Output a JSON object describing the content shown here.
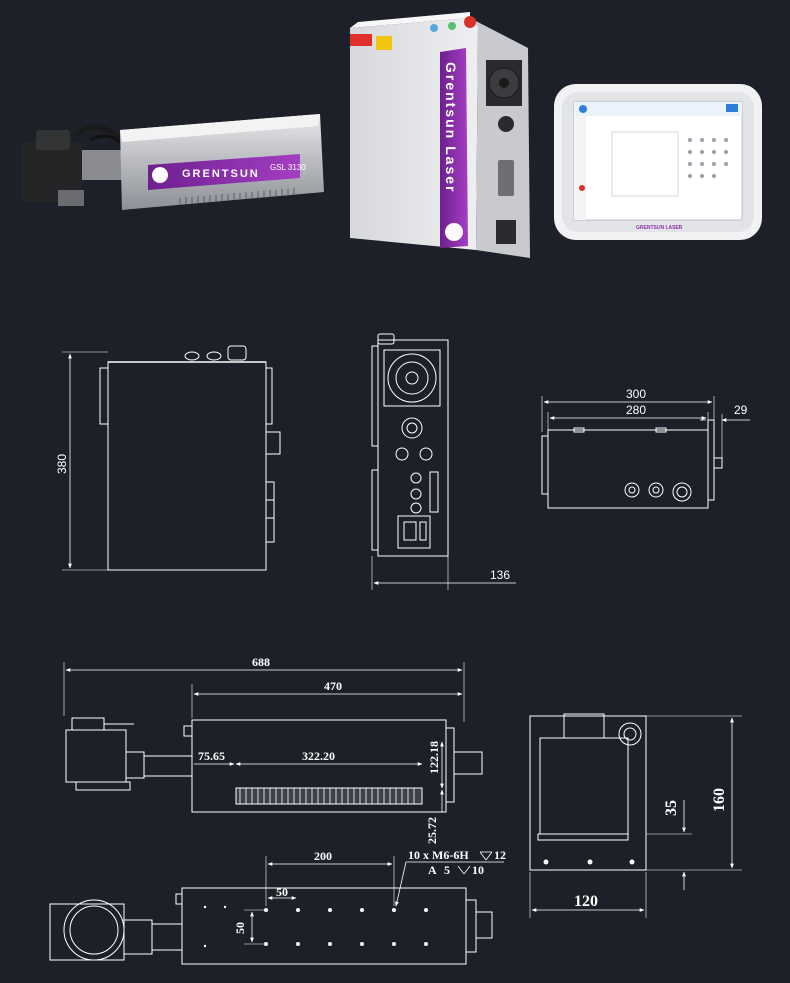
{
  "products": {
    "head": {
      "brand": "GRENTSUN",
      "model": "GSL 3130"
    },
    "cabinet": {
      "brand": "Grentsun Laser"
    },
    "tablet": {
      "brand": "GRENTSUN LASER"
    }
  },
  "dimensions": {
    "side_height": "380",
    "rear_depth": "136",
    "front_total_width": "300",
    "front_inner_width": "280",
    "front_handle": "29",
    "head_total_length": "688",
    "head_body_length": "470",
    "head_offset": "75.65",
    "head_slot_length": "322.20",
    "head_slot_height": "122.18",
    "head_bottom_offset": "25.72",
    "bottom_spacing": "200",
    "bottom_pitch": "50",
    "bottom_pitch_y": "50",
    "thread_spec": "10 x M6-6H",
    "thread_depth": "12",
    "thread_hole_a": "A",
    "thread_hole_b": "5",
    "thread_hole_c": "10",
    "end_height": "160",
    "end_offset": "35",
    "end_width": "120"
  },
  "colors": {
    "background": "#1e2029",
    "line": "#ffffff",
    "brand_purple": "#8a2fa8"
  }
}
